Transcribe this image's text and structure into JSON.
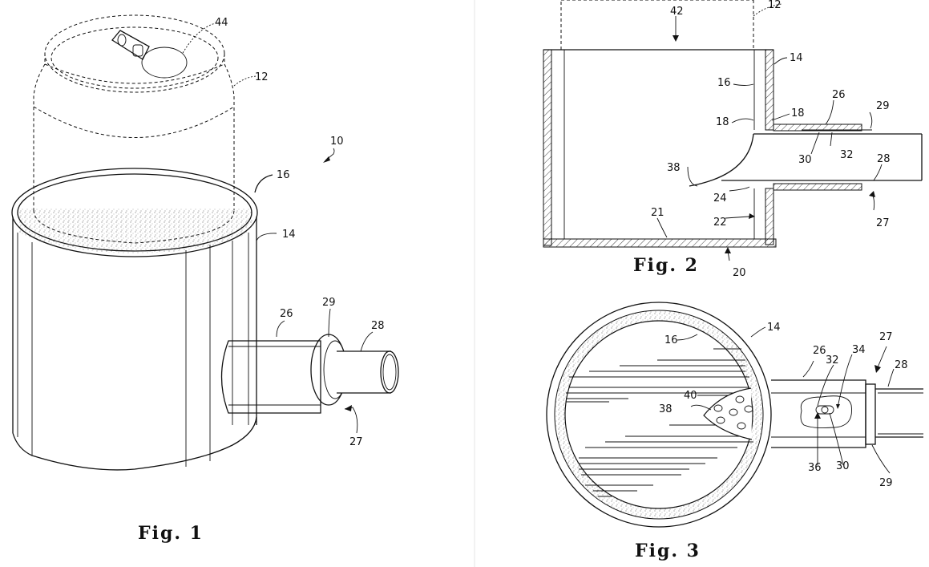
{
  "figures": [
    {
      "caption": "Fig. 1",
      "labels": {
        "n10": "10",
        "n12": "12",
        "n14": "14",
        "n16": "16",
        "n26": "26",
        "n27": "27",
        "n28": "28",
        "n29": "29",
        "n44": "44"
      }
    },
    {
      "caption": "Fig. 2",
      "labels": {
        "n12": "12",
        "n14": "14",
        "n16": "16",
        "n18a": "18",
        "n18b": "18",
        "n20": "20",
        "n21": "21",
        "n22": "22",
        "n24": "24",
        "n26": "26",
        "n27": "27",
        "n28": "28",
        "n29": "29",
        "n30": "30",
        "n32": "32",
        "n38": "38",
        "n42": "42"
      }
    },
    {
      "caption": "Fig. 3",
      "labels": {
        "n14": "14",
        "n16": "16",
        "n26": "26",
        "n27": "27",
        "n28": "28",
        "n29": "29",
        "n30": "30",
        "n32": "32",
        "n34": "34",
        "n36": "36",
        "n38": "38",
        "n40": "40"
      }
    }
  ]
}
